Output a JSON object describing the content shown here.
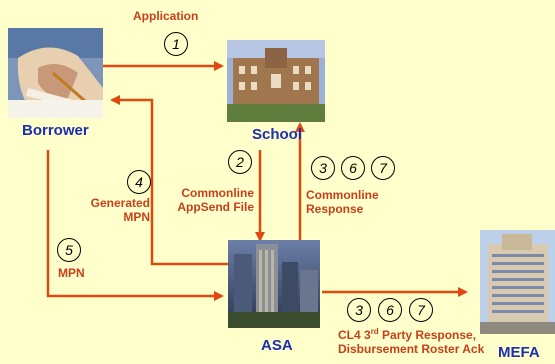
{
  "nodes": {
    "borrower": "Borrower",
    "school": "School",
    "asa": "ASA",
    "mefa": "MEFA"
  },
  "edges": {
    "application": "Application",
    "generated_mpn_line1": "Generated",
    "generated_mpn_line2": "MPN",
    "commonline_send_line1": "Commonline",
    "commonline_send_line2": "AppSend File",
    "commonline_response_line1": "Commonline",
    "commonline_response_line2": "Response",
    "mpn": "MPN",
    "cl4_prefix": "CL4 3",
    "cl4_sup": "rd",
    "cl4_suffix": " Party Response,",
    "cl4_line2": "Disbursement Roster Ack"
  },
  "steps": {
    "s1": "1",
    "s2": "2",
    "s4": "4",
    "s5": "5",
    "school_response": [
      "3",
      "6",
      "7"
    ],
    "mefa_response": [
      "3",
      "6",
      "7"
    ]
  },
  "colors": {
    "background": "#ffffcc",
    "arrow": "#e04a10",
    "edge_label": "#c8401a",
    "node_label": "#1b2fb0"
  }
}
